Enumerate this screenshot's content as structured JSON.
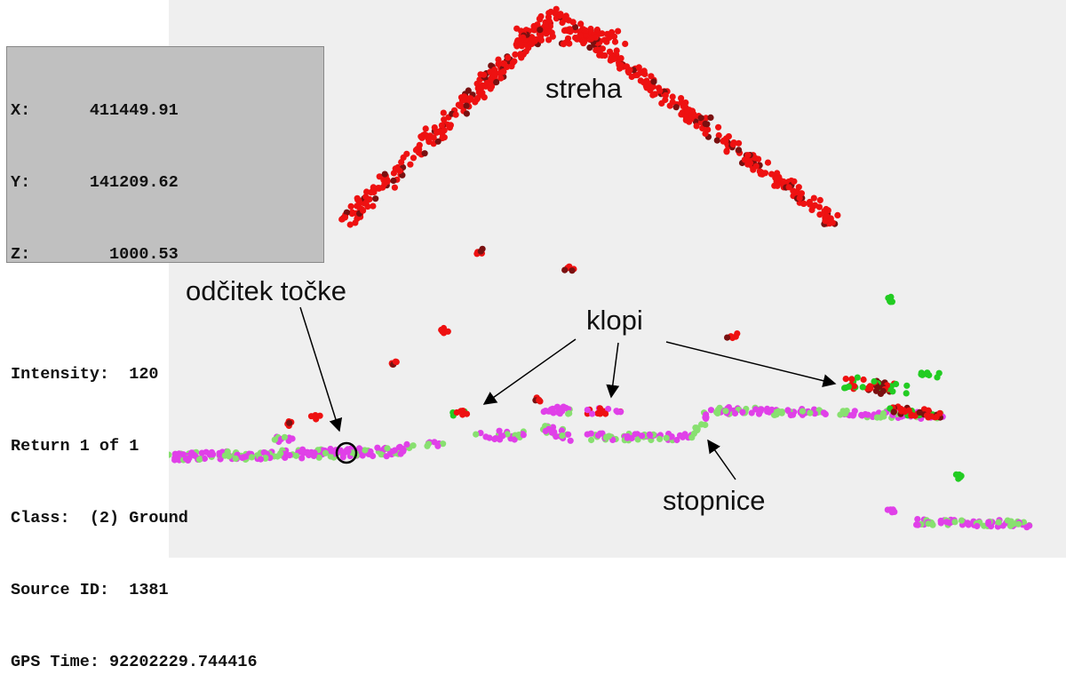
{
  "info_panel": {
    "lines": [
      "X:      411449.91",
      "Y:      141209.62",
      "Z:        1000.53",
      "",
      "Intensity:  120",
      "Return 1 of 1",
      "Class:  (2) Ground",
      "Source ID:  1381",
      "GPS Time: 92202229.744416"
    ]
  },
  "annotations": {
    "roof": "streha",
    "point_reading": "odčitek točke",
    "benches": "klopi",
    "stairs": "stopnice"
  },
  "colors": {
    "roof": "#ee1111",
    "dark": "#7a1010",
    "ground_magenta": "#e040e8",
    "ground_green": "#88e070",
    "veg_green": "#22cc22",
    "background": "#efefef"
  }
}
